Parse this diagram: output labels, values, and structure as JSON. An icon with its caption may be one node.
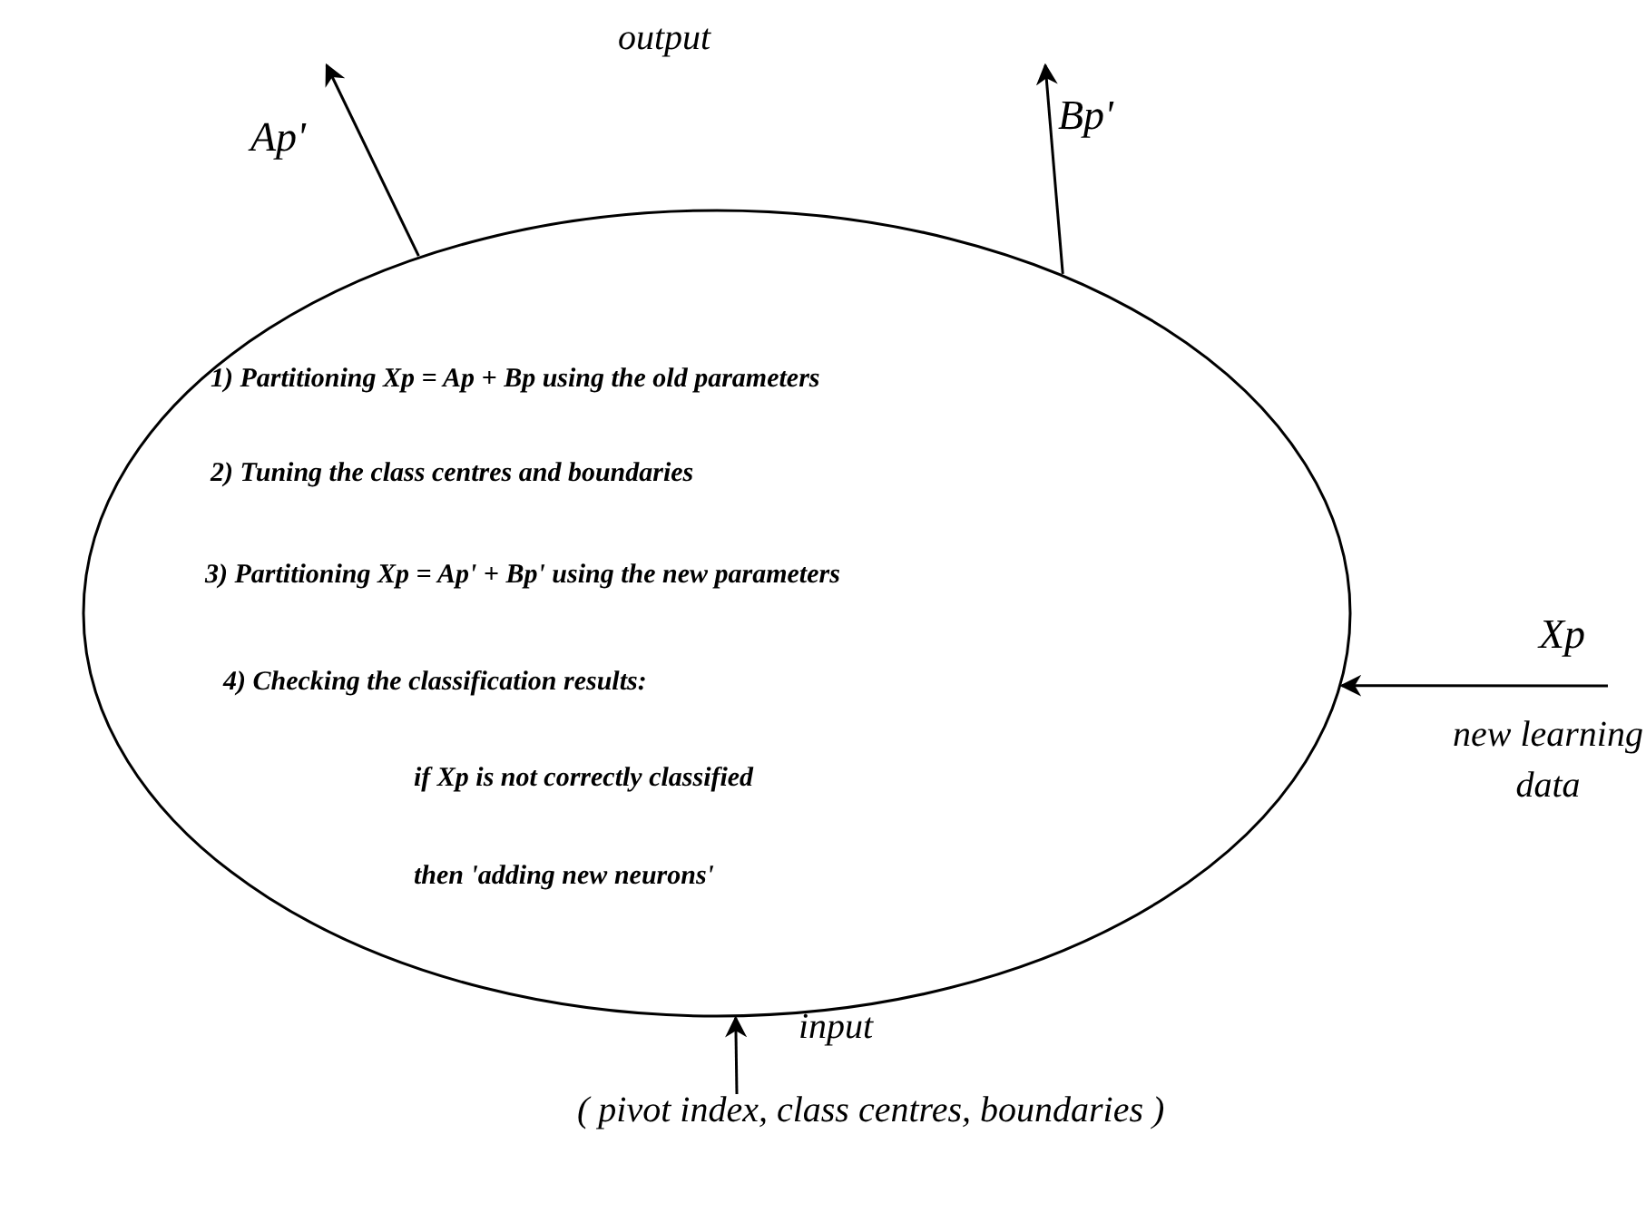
{
  "diagram": {
    "nodes": [
      {
        "text": [
          "1) Partitioning  Xp = Ap + Bp  using the old parameters",
          "2) Tuning the class centres and boundaries",
          "3) Partitioning  Xp = Ap' + Bp'  using the new parameters",
          "4) Checking the classification results:",
          "if Xp is not correctly classified",
          "then  'adding new neurons'"
        ]
      },
      {
        "text": [
          "input",
          "( pivot index, class centres, boundaries )"
        ]
      }
    ],
    "edges": [
      {
        "from": 0,
        "to": null,
        "arrow": "to",
        "label": "Ap'"
      },
      {
        "from": 0,
        "to": null,
        "arrow": "to",
        "label": "Bp'"
      },
      {
        "from": null,
        "to": 0,
        "arrow": "to",
        "label": "Xp"
      },
      {
        "from": 1,
        "to": 0,
        "arrow": "to"
      }
    ],
    "labels": [
      "output",
      "new learning data"
    ]
  }
}
